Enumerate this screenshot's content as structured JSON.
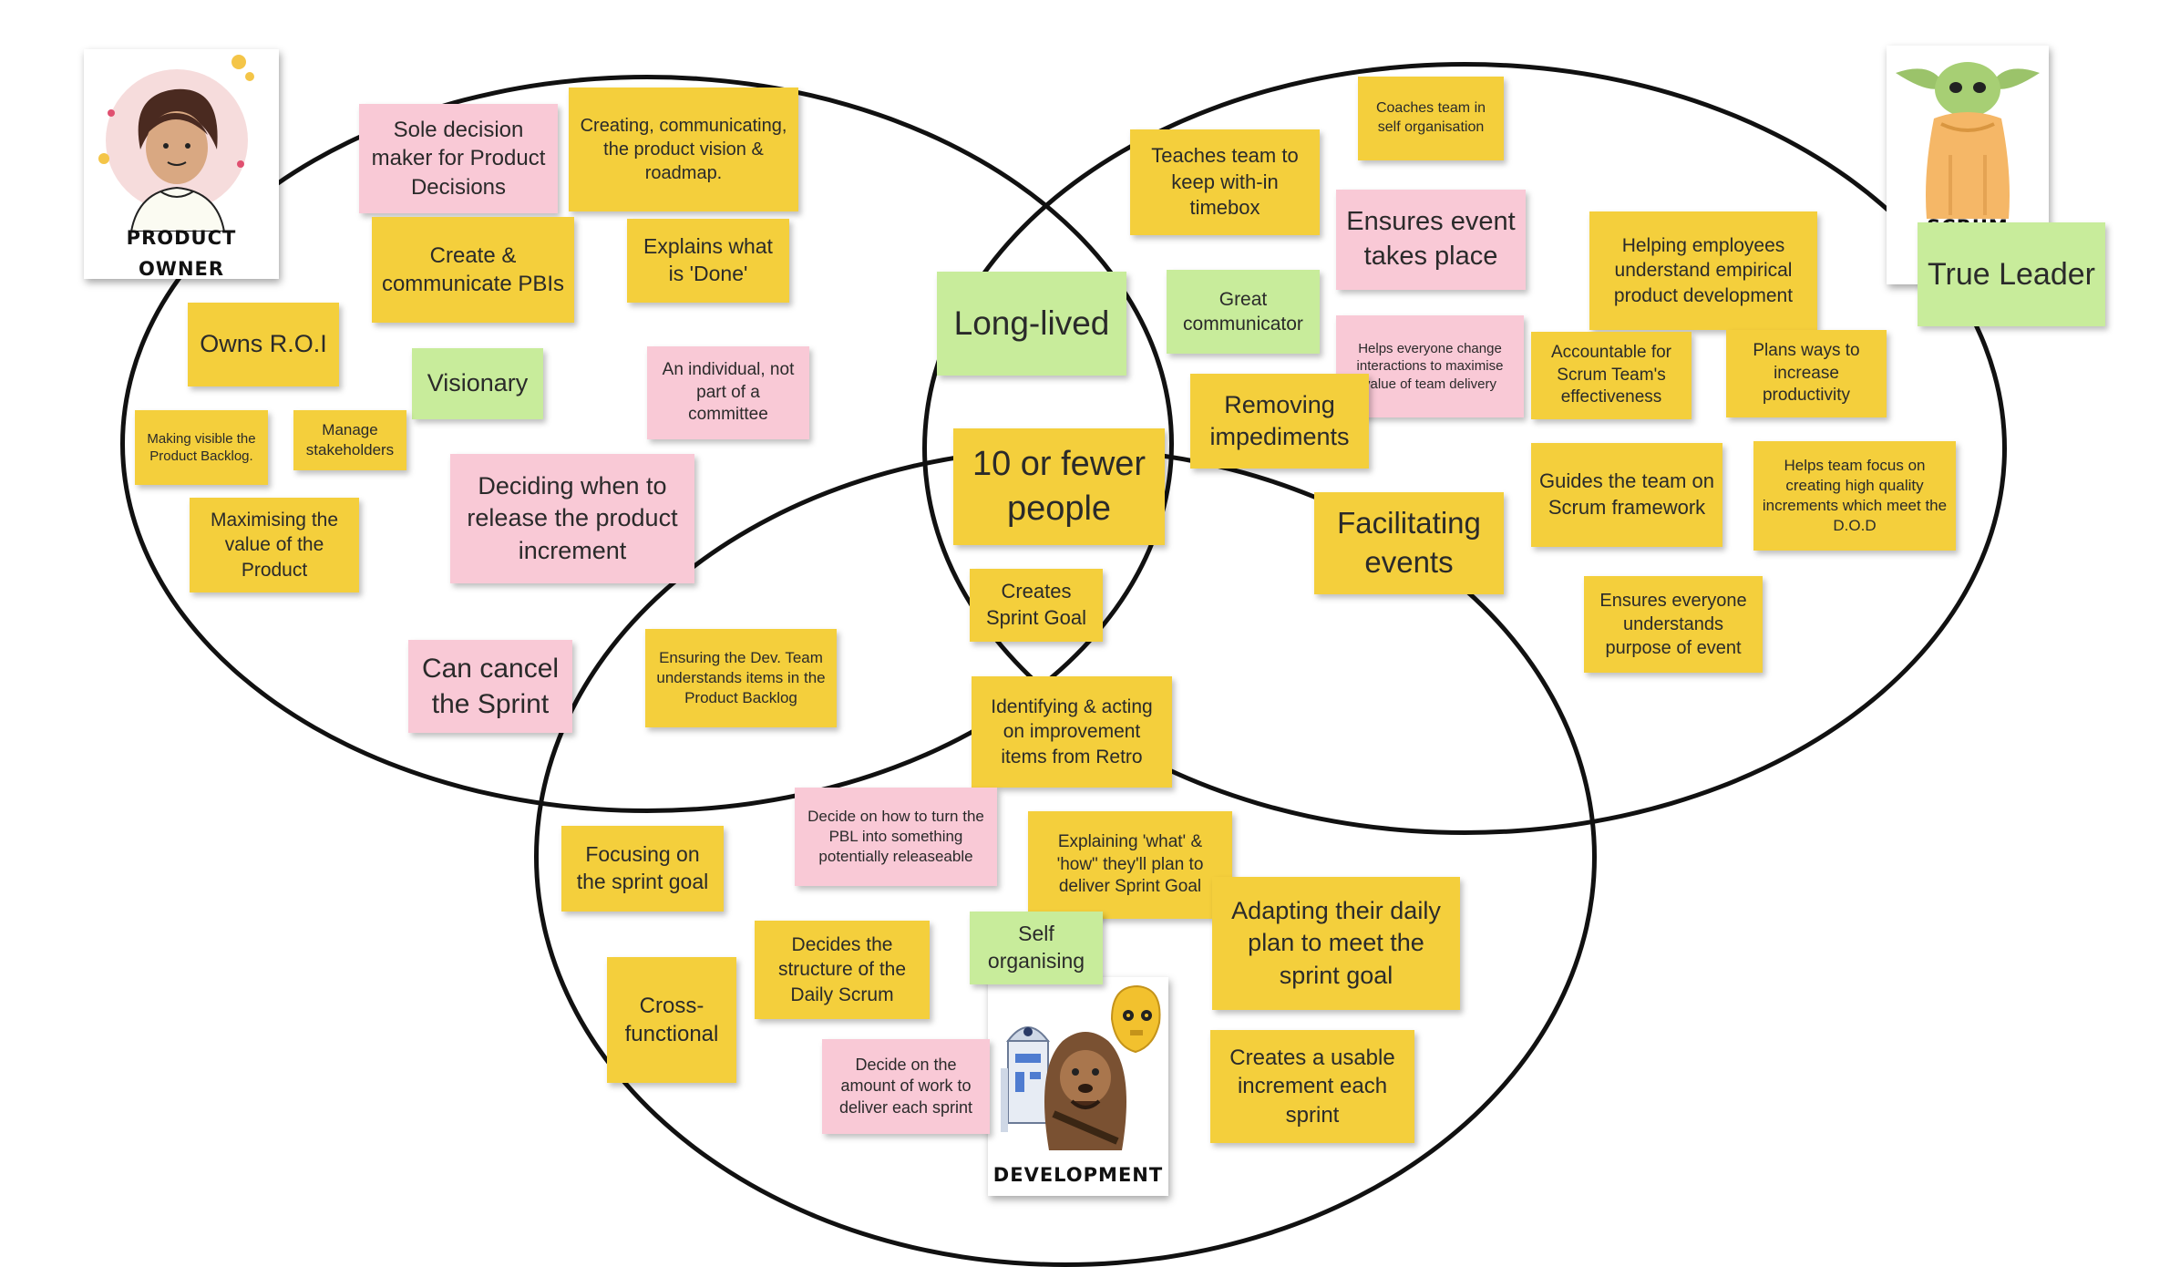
{
  "roles": {
    "product_owner": "PRODUCT OWNER",
    "scrum_master": "SCRUM MASTER",
    "development_team": "DEVELOPMENT"
  },
  "notes": {
    "po_sole_decision": "Sole decision maker for Product Decisions",
    "po_vision": "Creating, communicating, the product vision & roadmap.",
    "po_create_pbis": "Create & communicate PBIs",
    "po_done": "Explains what is 'Done'",
    "po_roi": "Owns R.O.I",
    "po_visionary": "Visionary",
    "po_individual": "An individual, not part of a committee",
    "po_visible_backlog": "Making visible the Product Backlog.",
    "po_stakeholders": "Manage stakeholders",
    "po_release": "Deciding when to release the product increment",
    "po_max_value": "Maximising the value of the Product",
    "po_cancel": "Can cancel the Sprint",
    "po_dev_backlog": "Ensuring the Dev. Team understands items in the Product Backlog",
    "all_long_lived": "Long-lived",
    "all_ten_people": "10 or fewer people",
    "all_sprint_goal": "Creates Sprint Goal",
    "sm_dev_retro": "Identifying & acting on improvement items from Retro",
    "sm_timebox": "Teaches team to keep with-in timebox",
    "sm_coaches": "Coaches team in self organisation",
    "sm_event_place": "Ensures event takes place",
    "sm_great_comm": "Great communicator",
    "sm_helps_change": "Helps everyone change interactions to maximise value of team delivery",
    "sm_empirical": "Helping employees understand empirical product development",
    "sm_true_leader": "True Leader",
    "sm_impediments": "Removing impediments",
    "sm_accountable": "Accountable for Scrum Team's effectiveness",
    "sm_productivity": "Plans ways to increase productivity",
    "sm_guides": "Guides the team on Scrum framework",
    "sm_quality": "Helps team focus on creating high quality increments which meet the D.O.D",
    "sm_facilitating": "Facilitating events",
    "sm_purpose": "Ensures everyone understands purpose of event",
    "dev_pbl": "Decide on how to turn the PBL into something potentially releaseable",
    "dev_focus": "Focusing on the sprint goal",
    "dev_explaining": "Explaining 'what' & 'how\" they'll plan to deliver Sprint Goal",
    "dev_self_org": "Self organising",
    "dev_adapting": "Adapting their daily plan to meet the sprint goal",
    "dev_daily_scrum": "Decides the structure of the Daily Scrum",
    "dev_cross": "Cross-functional",
    "dev_amount": "Decide on the amount of work to deliver each sprint",
    "dev_increment": "Creates a usable increment each sprint"
  },
  "colors": {
    "yellow": "#f4cf3c",
    "pink": "#f9c9d6",
    "green": "#c8ec9b",
    "outline": "#111111"
  },
  "icons": [
    "product-owner-avatar-icon",
    "baby-yoda-icon",
    "r2d2-icon",
    "chewbacca-icon",
    "c3po-icon"
  ]
}
